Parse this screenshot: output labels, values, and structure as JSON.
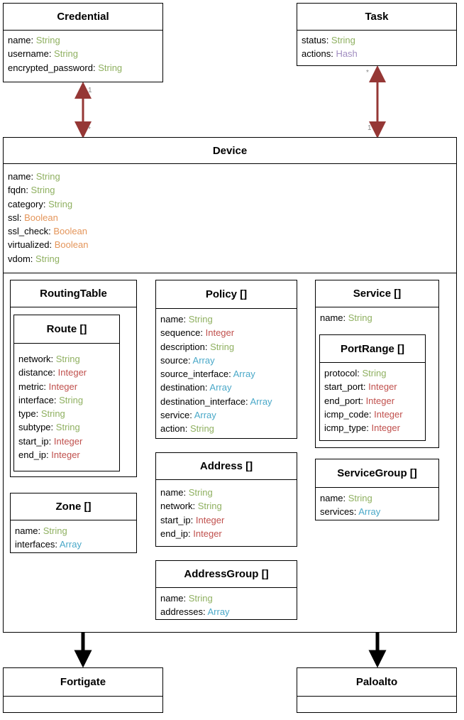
{
  "classes": {
    "credential": {
      "name": "Credential",
      "attrs": [
        {
          "n": "name",
          "t": "String"
        },
        {
          "n": "username",
          "t": "String"
        },
        {
          "n": "encrypted_password",
          "t": "String"
        }
      ]
    },
    "task": {
      "name": "Task",
      "attrs": [
        {
          "n": "status",
          "t": "String"
        },
        {
          "n": "actions",
          "t": "Hash"
        }
      ]
    },
    "device": {
      "name": "Device",
      "attrs": [
        {
          "n": "name",
          "t": "String"
        },
        {
          "n": "fqdn",
          "t": "String"
        },
        {
          "n": "category",
          "t": "String"
        },
        {
          "n": "ssl",
          "t": "Boolean"
        },
        {
          "n": "ssl_check",
          "t": "Boolean"
        },
        {
          "n": "virtualized",
          "t": "Boolean"
        },
        {
          "n": "vdom",
          "t": "String"
        }
      ]
    },
    "routingtable": {
      "name": "RoutingTable",
      "attrs": []
    },
    "route": {
      "name": "Route []",
      "attrs": [
        {
          "n": "network",
          "t": "String"
        },
        {
          "n": "distance",
          "t": "Integer"
        },
        {
          "n": "metric",
          "t": "Integer"
        },
        {
          "n": "interface",
          "t": "String"
        },
        {
          "n": "type",
          "t": "String"
        },
        {
          "n": "subtype",
          "t": "String"
        },
        {
          "n": "start_ip",
          "t": "Integer"
        },
        {
          "n": "end_ip",
          "t": "Integer"
        }
      ]
    },
    "zone": {
      "name": "Zone []",
      "attrs": [
        {
          "n": "name",
          "t": "String"
        },
        {
          "n": "interfaces",
          "t": "Array"
        }
      ]
    },
    "policy": {
      "name": "Policy []",
      "attrs": [
        {
          "n": "name",
          "t": "String"
        },
        {
          "n": "sequence",
          "t": "Integer"
        },
        {
          "n": "description",
          "t": "String"
        },
        {
          "n": "source",
          "t": "Array"
        },
        {
          "n": "source_interface",
          "t": "Array"
        },
        {
          "n": "destination",
          "t": "Array"
        },
        {
          "n": "destination_interface",
          "t": "Array"
        },
        {
          "n": "service",
          "t": "Array"
        },
        {
          "n": "action",
          "t": "String"
        }
      ]
    },
    "address": {
      "name": "Address []",
      "attrs": [
        {
          "n": "name",
          "t": "String"
        },
        {
          "n": "network",
          "t": "String"
        },
        {
          "n": "start_ip",
          "t": "Integer"
        },
        {
          "n": "end_ip",
          "t": "Integer"
        }
      ]
    },
    "addressgroup": {
      "name": "AddressGroup []",
      "attrs": [
        {
          "n": "name",
          "t": "String"
        },
        {
          "n": "addresses",
          "t": "Array"
        }
      ]
    },
    "service": {
      "name": "Service []",
      "attrs": [
        {
          "n": "name",
          "t": "String"
        }
      ]
    },
    "portrange": {
      "name": "PortRange []",
      "attrs": [
        {
          "n": "protocol",
          "t": "String"
        },
        {
          "n": "start_port",
          "t": "Integer"
        },
        {
          "n": "end_port",
          "t": "Integer"
        },
        {
          "n": "icmp_code",
          "t": "Integer"
        },
        {
          "n": "icmp_type",
          "t": "Integer"
        }
      ]
    },
    "servicegroup": {
      "name": "ServiceGroup []",
      "attrs": [
        {
          "n": "name",
          "t": "String"
        },
        {
          "n": "services",
          "t": "Array"
        }
      ]
    },
    "fortigate": {
      "name": "Fortigate",
      "attrs": []
    },
    "paloalto": {
      "name": "Paloalto",
      "attrs": []
    }
  },
  "multiplicities": {
    "credential_side": "1",
    "device_side_left": "*",
    "task_side": "*",
    "device_side_right": "1"
  },
  "colors": {
    "String": "#8fb060",
    "Integer": "#c0504d",
    "Array": "#4aa8c8",
    "Boolean": "#e4955a",
    "Hash": "#a08cc0",
    "association": "#953735"
  }
}
